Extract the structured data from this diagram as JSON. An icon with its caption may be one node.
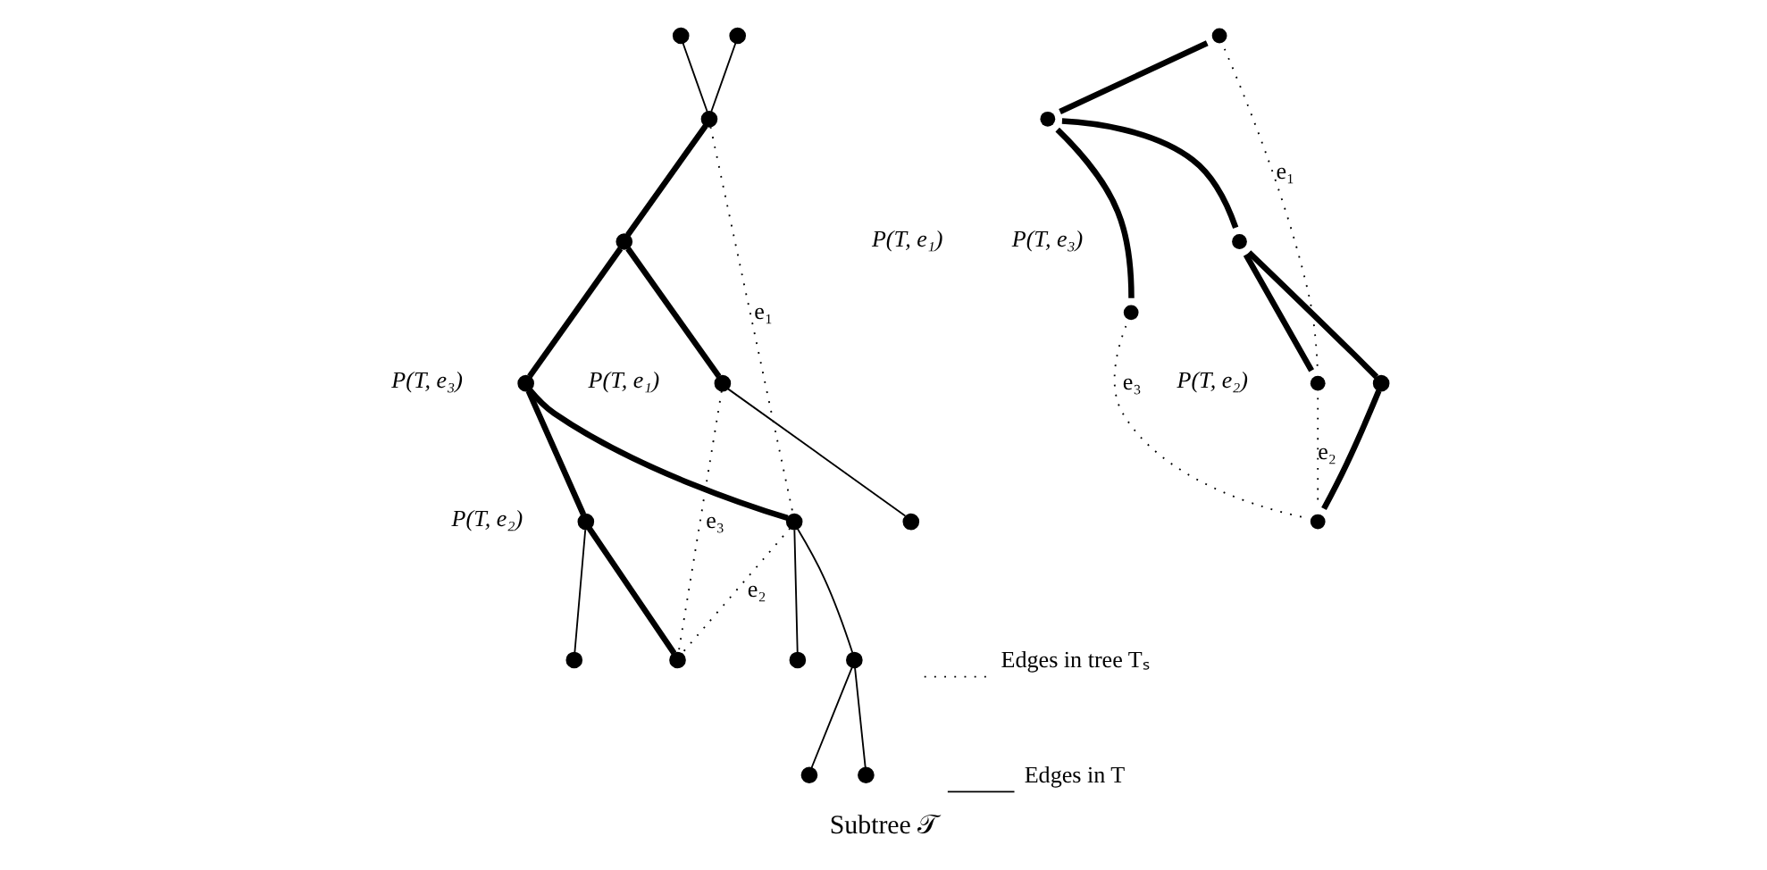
{
  "diagram": {
    "caption": "Subtree 𝒯",
    "nodes": [
      {
        "text": [],
        "shape": "circle"
      },
      {
        "text": [],
        "shape": "circle"
      },
      {
        "text": [],
        "shape": "circle"
      },
      {
        "text": [],
        "shape": "circle"
      },
      {
        "text": [],
        "shape": "circle"
      },
      {
        "text": [],
        "shape": "circle"
      },
      {
        "text": [],
        "shape": "circle"
      },
      {
        "text": [],
        "shape": "circle"
      },
      {
        "text": [],
        "shape": "circle"
      },
      {
        "text": [],
        "shape": "circle"
      },
      {
        "text": [],
        "shape": "circle"
      },
      {
        "text": [],
        "shape": "circle"
      },
      {
        "text": [],
        "shape": "circle"
      },
      {
        "text": [],
        "shape": "circle"
      },
      {
        "text": [],
        "shape": "circle"
      },
      {
        "text": [],
        "shape": "circle"
      },
      {
        "text": [],
        "shape": "circle"
      },
      {
        "text": [],
        "shape": "circle"
      },
      {
        "text": [],
        "shape": "circle"
      },
      {
        "text": [],
        "shape": "circle"
      },
      {
        "text": [],
        "shape": "circle"
      },
      {
        "text": [],
        "shape": "circle"
      }
    ],
    "edges": [
      {
        "from": 0,
        "to": 2,
        "arrow": "none"
      },
      {
        "from": 1,
        "to": 2,
        "arrow": "none"
      },
      {
        "from": 2,
        "to": 3,
        "arrow": "none",
        "style": "thick"
      },
      {
        "from": 3,
        "to": 4,
        "arrow": "none",
        "style": "thick"
      },
      {
        "from": 4,
        "to": 5,
        "arrow": "none",
        "style": "thick"
      },
      {
        "from": 5,
        "to": 6,
        "arrow": "none"
      },
      {
        "from": 5,
        "to": 7,
        "arrow": "none"
      },
      {
        "from": 7,
        "to": 8,
        "arrow": "none"
      },
      {
        "from": 7,
        "to": 9,
        "arrow": "none"
      },
      {
        "from": 3,
        "to": 10,
        "arrow": "none",
        "style": "thick"
      },
      {
        "from": 10,
        "to": 11,
        "arrow": "none"
      },
      {
        "from": 4,
        "to": 12,
        "arrow": "none",
        "style": "thick"
      },
      {
        "from": 12,
        "to": 13,
        "arrow": "none"
      },
      {
        "from": 12,
        "to": 14,
        "arrow": "none",
        "style": "thick"
      },
      {
        "from": 2,
        "to": 5,
        "arrow": "none",
        "style": "dashed",
        "label": "e₁"
      },
      {
        "from": 5,
        "to": 14,
        "arrow": "none",
        "style": "dashed",
        "label": "e₂"
      },
      {
        "from": 10,
        "to": 14,
        "arrow": "none",
        "style": "dashed",
        "label": "e₃"
      },
      {
        "from": 15,
        "to": 16,
        "arrow": "none",
        "style": "thick"
      },
      {
        "from": 16,
        "to": 17,
        "arrow": "none",
        "style": "thick"
      },
      {
        "from": 17,
        "to": 18,
        "arrow": "none",
        "style": "thick"
      },
      {
        "from": 16,
        "to": 19,
        "arrow": "none",
        "style": "thick"
      },
      {
        "from": 17,
        "to": 20,
        "arrow": "none",
        "style": "thick"
      },
      {
        "from": 20,
        "to": 21,
        "arrow": "none",
        "style": "thick"
      },
      {
        "from": 15,
        "to": 18,
        "arrow": "none",
        "style": "dashed",
        "label": "e₁"
      },
      {
        "from": 18,
        "to": 21,
        "arrow": "none",
        "style": "dashed",
        "label": "e₂"
      },
      {
        "from": 19,
        "to": 21,
        "arrow": "none",
        "style": "dashed",
        "label": "e₃"
      }
    ],
    "labels": [
      "P(T, e₁)",
      "P(T, e₃)",
      "P(T, e₂)",
      "P(T, e₁)",
      "P(T, e₃)",
      "P(T, e₂)"
    ],
    "legend": [
      {
        "text": "Edges in tree Tₛ"
      },
      {
        "text": "Edges in T"
      }
    ]
  }
}
